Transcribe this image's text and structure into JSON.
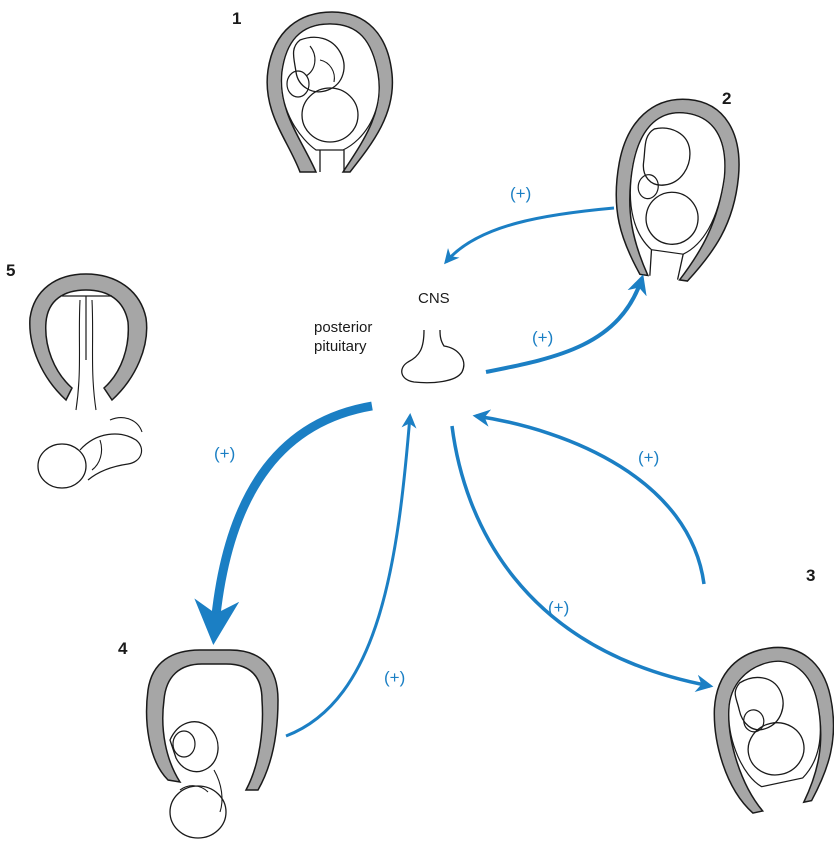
{
  "colors": {
    "arrow": "#1B7FC4",
    "uterus_wall": "#A6A6A6",
    "outline": "#1a1a1a"
  },
  "stages": {
    "s1": "1",
    "s2": "2",
    "s3": "3",
    "s4": "4",
    "s5": "5"
  },
  "labels": {
    "cns": "CNS",
    "posterior": "posterior",
    "pituitary": "pituitary"
  },
  "signs": {
    "from_stage2": "(+)",
    "to_stage2": "(+)",
    "to_stage4": "(+)",
    "from_stage4": "(+)",
    "to_stage3": "(+)",
    "from_stage3": "(+)"
  }
}
